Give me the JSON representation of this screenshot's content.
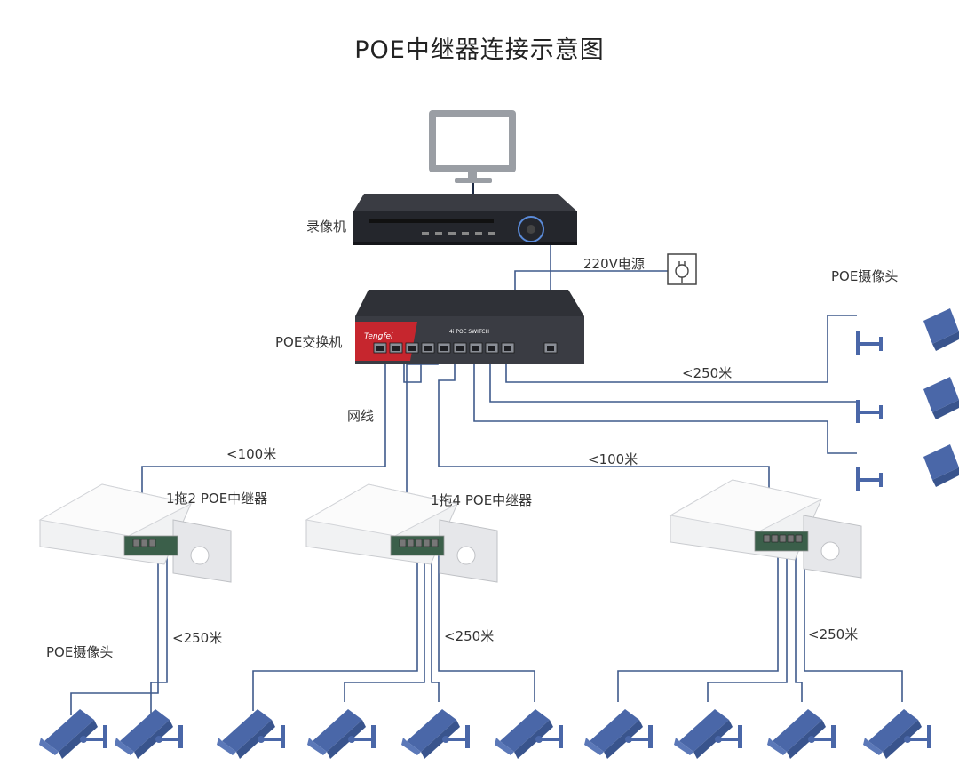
{
  "title": "POE中继器连接示意图",
  "labels": {
    "nvr": "录像机",
    "power": "220V电源",
    "switch": "POE交换机",
    "cable": "网线",
    "cam_top_group": "POE摄像头",
    "cam_bottom_group": "POE摄像头",
    "dist_250_right": "<250米",
    "dist_100_left": "<100米",
    "dist_100_right": "<100米",
    "rep1": "1拖2 POE中继器",
    "rep2": "1拖4 POE中继器",
    "dist_250_r1": "<250米",
    "dist_250_r2": "<250米",
    "dist_250_r3": "<250米"
  },
  "devices": {
    "switch_brand": "Tengfei",
    "switch_model": "4i POE SWITCH"
  },
  "colors": {
    "line": "#3f5a8c",
    "camera": "#4a67a8",
    "device_dark": "#2b2d33",
    "monitor": "#9a9ea4",
    "accent_red": "#c6262e"
  }
}
